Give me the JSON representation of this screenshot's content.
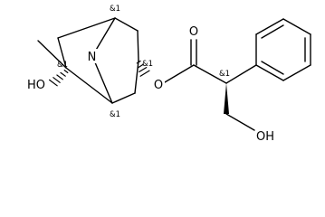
{
  "atoms": {
    "O_hydroxyl_left": "HO",
    "N_bridge": "N",
    "O_ester": "O",
    "O_carbonyl": "O",
    "OH_right": "OH"
  },
  "stereo_labels": {
    "top_bridgehead": "&1",
    "c6": "&1",
    "c3": "&1",
    "bottom_bridgehead": "&1",
    "alpha_carbon": "&1"
  },
  "colors": {
    "ink": "#000000",
    "background": "#ffffff"
  }
}
